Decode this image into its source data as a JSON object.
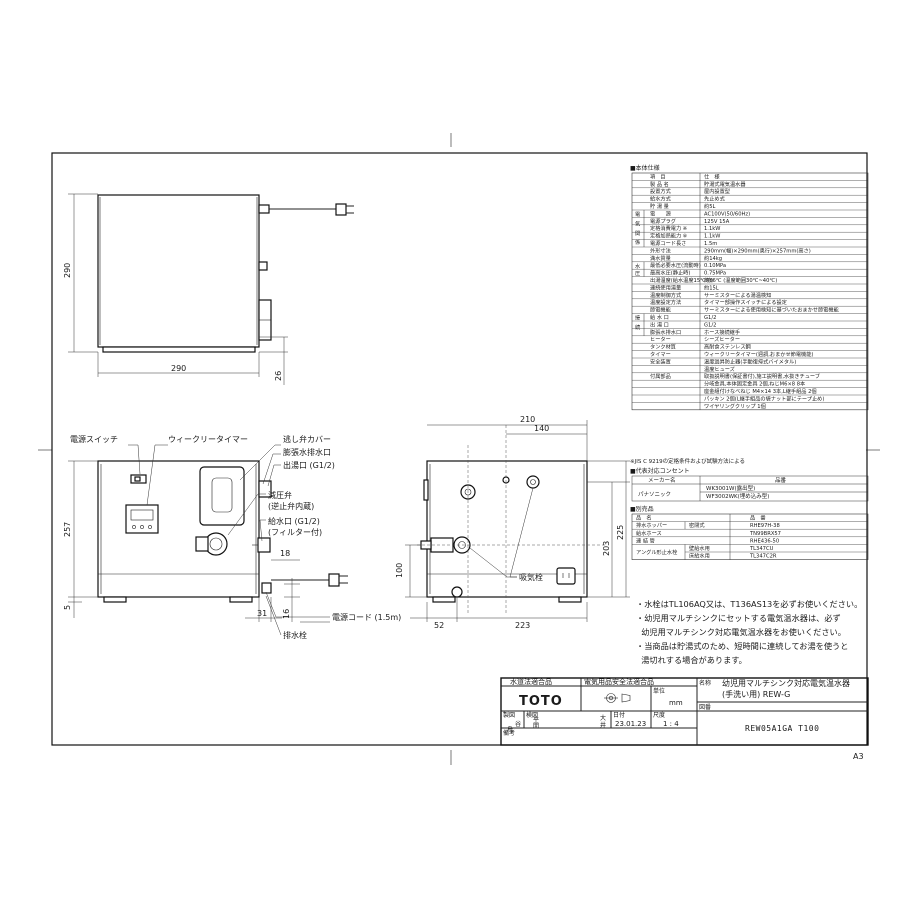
{
  "sheet": {
    "size_label": "A3"
  },
  "view_top": {
    "dim_width": "290",
    "dim_height": "290",
    "dim_foot": "26"
  },
  "view_front": {
    "labels": {
      "power_switch": "電源スイッチ",
      "weekly_timer": "ウィークリータイマー",
      "drain_cover": "逃し弁カバー",
      "expansion_outlet": "膨張水排水口",
      "hot_outlet": "出湯口 (G1/2)",
      "pressure_valve": "減圧弁",
      "check_valve_note": "(逆止弁内蔵)",
      "inlet": "給水口 (G1/2)",
      "filter_note": "(フィルター付)",
      "power_cord": "電源コード (1.5m)",
      "drain_plug": "排水栓"
    },
    "dims": {
      "h257": "257",
      "h5": "5",
      "d31": "31",
      "d16": "16",
      "d18": "18"
    }
  },
  "view_side": {
    "label_vent": "吸気栓",
    "dims": {
      "w210": "210",
      "w140": "140",
      "w52": "52",
      "w223": "223",
      "h203": "203",
      "h225": "225",
      "h100": "100"
    }
  },
  "spec": {
    "title": "■本体仕様",
    "header": [
      "項　目",
      "仕　様"
    ],
    "rows": [
      [
        "製 品 名",
        "貯湯式電気温水器"
      ],
      [
        "設置方式",
        "屋内設置型"
      ],
      [
        "給水方式",
        "先止め式"
      ],
      [
        "貯 湯 量",
        "約5L"
      ],
      [
        "電　　源",
        "AC100V(50/60Hz)"
      ],
      [
        "電源プラグ",
        "125V 15A"
      ],
      [
        "定格消費電力 ※",
        "1.1kW"
      ],
      [
        "定格加熱能力 ※",
        "1.1kW"
      ],
      [
        "電源コード長さ",
        "1.5m"
      ],
      [
        "外形寸法",
        "290mm(幅)×290mm(奥行)×257mm(高さ)"
      ],
      [
        "満水質量",
        "約14kg"
      ],
      [
        "最低必要水圧(流動時)",
        "0.10MPa"
      ],
      [
        "最高水圧(静止時)",
        "0.75MPa"
      ],
      [
        "出湯温度(給水温度15℃時)",
        "約36℃ (温度範囲30℃~40℃)"
      ],
      [
        "連続使用湯量",
        "約15L"
      ],
      [
        "温度制御方式",
        "サーミスターによる湯温検知"
      ],
      [
        "温度設定方法",
        "タイマー部操作スイッチによる設定"
      ],
      [
        "節電機能",
        "サーミスターによる使用検知に基づいたおまかせ節電機能"
      ],
      [
        "給 水 口",
        "G1/2"
      ],
      [
        "出 湯 口",
        "G1/2"
      ],
      [
        "膨張水排水口",
        "ホース接続継手"
      ],
      [
        "ヒーター",
        "シーズヒーター"
      ],
      [
        "タンク材質",
        "高耐食ステンレス鋼"
      ],
      [
        "タイマー",
        "ウィークリータイマー(週調,おまかせ節電機能)"
      ],
      [
        "安全装置",
        "温度過昇防止器(手動復帰式バイメタル)"
      ],
      [
        "",
        "温度ヒューズ"
      ],
      [
        "付属部品",
        "取扱説明書(保証書付),施工説明書,水抜きチューブ"
      ],
      [
        "",
        "分岐金具,本体固定金具 2個,ねじM6×8 8本"
      ],
      [
        "",
        "座金組付けなべねじ M4×14 3本,L継手組品 2個"
      ],
      [
        "",
        "パッキン 2個(L継手組品の袋ナット部にテープ止め)"
      ],
      [
        "",
        "ワイヤリングクリップ 1個"
      ]
    ],
    "side_groups": [
      "電気関係",
      "水圧",
      "接続"
    ],
    "jis_note": "※JIS C 9219の定格条件および試験方法による"
  },
  "outlet": {
    "title": "■代表対応コンセント",
    "header": [
      "メーカー名",
      "品番"
    ],
    "maker": "パナソニック",
    "items": [
      "WK3001W(露出型)",
      "WF3002WK(埋め込み型)"
    ]
  },
  "parts": {
    "title": "■別売品",
    "header": [
      "品　名",
      "品　番"
    ],
    "rows": [
      [
        "排水ホッパー",
        "密閉式",
        "RHE97H-38"
      ],
      [
        "給水ホース",
        "",
        "TN99BRX57"
      ],
      [
        "連 結 管",
        "",
        "RHE436-50"
      ],
      [
        "アングル形止水栓",
        "壁給水用",
        "TL347CU"
      ],
      [
        "",
        "床給水用",
        "TL347C2R"
      ]
    ]
  },
  "notes": [
    "・水栓はTL106AQ又は、T136AS13を必ずお使いください。",
    "・幼児用マルチシンクにセットする電気温水器は、必ず",
    "  幼児用マルチシンク対応電気温水器をお使いください。",
    "・当商品は貯湯式のため、短時間に連続してお湯を使うと",
    "  湯切れする場合があります。"
  ],
  "title_block": {
    "cert1": "水道法適合品",
    "cert2": "電気用品安全法適合品",
    "brand": "TOTO",
    "unit_label": "単位",
    "unit": "mm",
    "name_label": "名称",
    "name_line1": "幼児用マルチシンク対応電気温水器",
    "name_line2": "(手洗い用) REW-G",
    "made_label": "製図",
    "made_name1": "烏",
    "made_name2": "谷",
    "check_label": "検図",
    "check_name1": "平",
    "check_name2": "間",
    "approve_name1": "大",
    "approve_name2": "井",
    "date_label": "日付",
    "date": "23.01.23",
    "scale_label": "尺度",
    "scale": "1 : 4",
    "drawing_label": "図番",
    "drawing_no": "REW05A1GA T100",
    "remarks_label": "備考"
  }
}
